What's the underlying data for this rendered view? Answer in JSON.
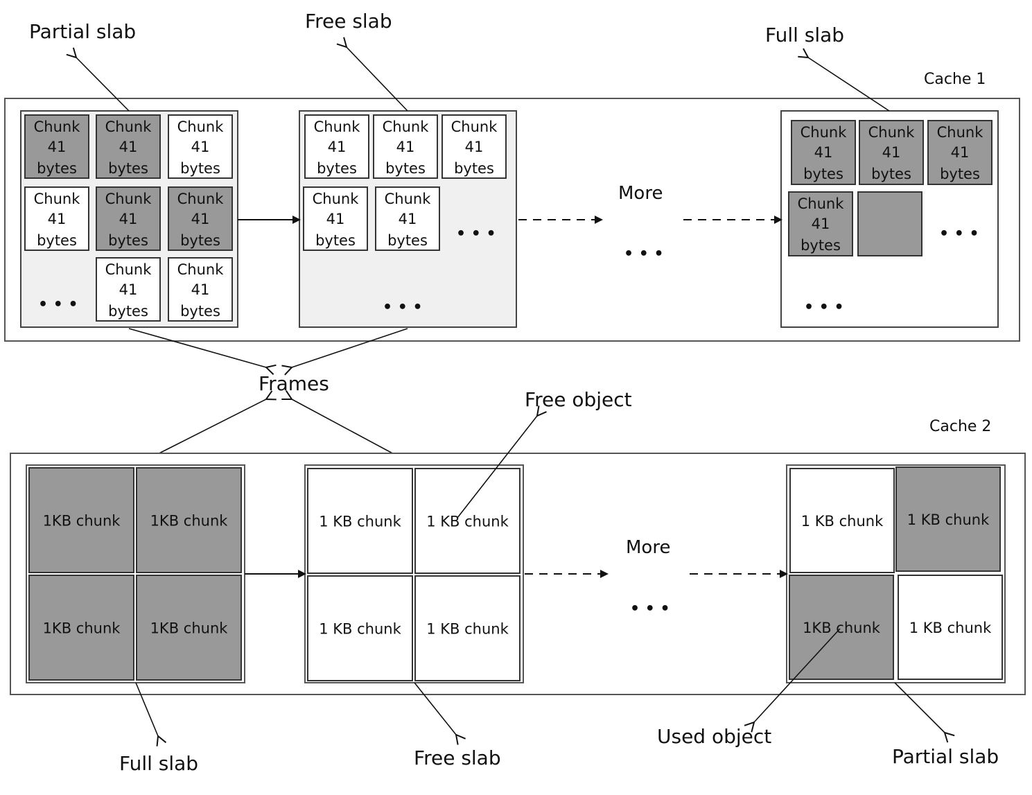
{
  "labels": {
    "partial_slab_top": "Partial slab",
    "free_slab_top": "Free slab",
    "full_slab_top": "Full slab",
    "cache1": "Cache 1",
    "cache2": "Cache 2",
    "more1": "More",
    "more2": "More",
    "frames": "Frames",
    "free_object": "Free object",
    "full_slab_bottom": "Full slab",
    "free_slab_bottom": "Free slab",
    "used_object": "Used object",
    "partial_slab_bottom": "Partial slab",
    "ellipsis": "• • •"
  },
  "chunk": {
    "line1": "Chunk",
    "line2": "41",
    "line3": "bytes"
  },
  "kb_chunk": {
    "a": "1KB chunk",
    "b": "1 KB chunk"
  },
  "colors": {
    "used": "#999999",
    "free": "#ffffff",
    "slab_bg_partial": "#f0f0f0",
    "slab_bg_free": "#f0f0f0",
    "border": "#333333"
  }
}
